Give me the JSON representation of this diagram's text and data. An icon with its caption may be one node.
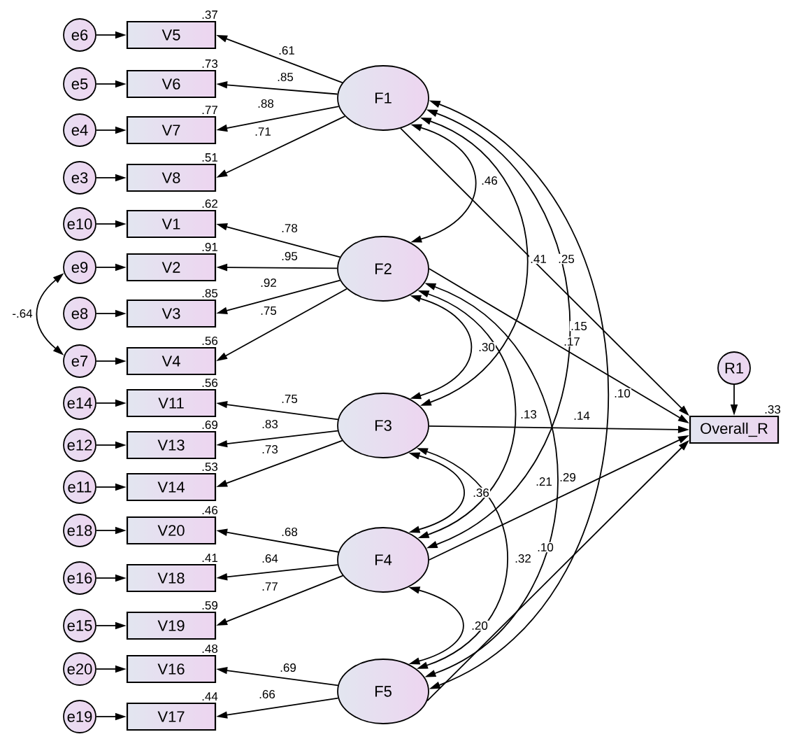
{
  "diagram": {
    "nodes": [
      {
        "text": [
          "e6"
        ]
      },
      {
        "text": [
          "V5"
        ],
        "beside": [
          ".37"
        ]
      },
      {
        "text": [
          "e5"
        ]
      },
      {
        "text": [
          "V6"
        ],
        "beside": [
          ".73"
        ]
      },
      {
        "text": [
          "e4"
        ]
      },
      {
        "text": [
          "V7"
        ],
        "beside": [
          ".77"
        ]
      },
      {
        "text": [
          "e3"
        ]
      },
      {
        "text": [
          "V8"
        ],
        "beside": [
          ".51"
        ]
      },
      {
        "text": [
          "e10"
        ]
      },
      {
        "text": [
          "V1"
        ],
        "beside": [
          ".62"
        ]
      },
      {
        "text": [
          "e9"
        ]
      },
      {
        "text": [
          "V2"
        ],
        "beside": [
          ".91"
        ]
      },
      {
        "text": [
          "e8"
        ]
      },
      {
        "text": [
          "V3"
        ],
        "beside": [
          ".85"
        ]
      },
      {
        "text": [
          "e7"
        ]
      },
      {
        "text": [
          "V4"
        ],
        "beside": [
          ".56"
        ]
      },
      {
        "text": [
          "e14"
        ]
      },
      {
        "text": [
          "V11"
        ],
        "beside": [
          ".56"
        ]
      },
      {
        "text": [
          "e12"
        ]
      },
      {
        "text": [
          "V13"
        ],
        "beside": [
          ".69"
        ]
      },
      {
        "text": [
          "e11"
        ]
      },
      {
        "text": [
          "V14"
        ],
        "beside": [
          ".53"
        ]
      },
      {
        "text": [
          "e18"
        ]
      },
      {
        "text": [
          "V20"
        ],
        "beside": [
          ".46"
        ]
      },
      {
        "text": [
          "e16"
        ]
      },
      {
        "text": [
          "V18"
        ],
        "beside": [
          ".41"
        ]
      },
      {
        "text": [
          "e15"
        ]
      },
      {
        "text": [
          "V19"
        ],
        "beside": [
          ".59"
        ]
      },
      {
        "text": [
          "e20"
        ]
      },
      {
        "text": [
          "V16"
        ],
        "beside": [
          ".48"
        ]
      },
      {
        "text": [
          "e19"
        ]
      },
      {
        "text": [
          "V17"
        ],
        "beside": [
          ".44"
        ]
      },
      {
        "text": [
          "F1"
        ]
      },
      {
        "text": [
          "F2"
        ]
      },
      {
        "text": [
          "F3"
        ]
      },
      {
        "text": [
          "F4"
        ]
      },
      {
        "text": [
          "F5"
        ]
      },
      {
        "text": [
          "R1"
        ]
      },
      {
        "text": [
          "Overall_R"
        ],
        "beside": [
          ".33"
        ]
      }
    ],
    "edges": [
      {
        "from": 0,
        "to": 1,
        "arrow": "to"
      },
      {
        "from": 2,
        "to": 3,
        "arrow": "to"
      },
      {
        "from": 4,
        "to": 5,
        "arrow": "to"
      },
      {
        "from": 6,
        "to": 7,
        "arrow": "to"
      },
      {
        "from": 8,
        "to": 9,
        "arrow": "to"
      },
      {
        "from": 10,
        "to": 11,
        "arrow": "to"
      },
      {
        "from": 12,
        "to": 13,
        "arrow": "to"
      },
      {
        "from": 14,
        "to": 15,
        "arrow": "to"
      },
      {
        "from": 16,
        "to": 17,
        "arrow": "to"
      },
      {
        "from": 18,
        "to": 19,
        "arrow": "to"
      },
      {
        "from": 20,
        "to": 21,
        "arrow": "to"
      },
      {
        "from": 22,
        "to": 23,
        "arrow": "to"
      },
      {
        "from": 24,
        "to": 25,
        "arrow": "to"
      },
      {
        "from": 26,
        "to": 27,
        "arrow": "to"
      },
      {
        "from": 28,
        "to": 29,
        "arrow": "to"
      },
      {
        "from": 30,
        "to": 31,
        "arrow": "to"
      },
      {
        "from": 32,
        "to": 1,
        "arrow": "to",
        "label": ".61"
      },
      {
        "from": 32,
        "to": 3,
        "arrow": "to",
        "label": ".85"
      },
      {
        "from": 32,
        "to": 5,
        "arrow": "to",
        "label": ".88"
      },
      {
        "from": 32,
        "to": 7,
        "arrow": "to",
        "label": ".71"
      },
      {
        "from": 33,
        "to": 9,
        "arrow": "to",
        "label": ".78"
      },
      {
        "from": 33,
        "to": 11,
        "arrow": "to",
        "label": ".95"
      },
      {
        "from": 33,
        "to": 13,
        "arrow": "to",
        "label": ".92"
      },
      {
        "from": 33,
        "to": 15,
        "arrow": "to",
        "label": ".75"
      },
      {
        "from": 34,
        "to": 17,
        "arrow": "to",
        "label": ".75"
      },
      {
        "from": 34,
        "to": 19,
        "arrow": "to",
        "label": ".83"
      },
      {
        "from": 34,
        "to": 21,
        "arrow": "to",
        "label": ".73"
      },
      {
        "from": 35,
        "to": 23,
        "arrow": "to",
        "label": ".68"
      },
      {
        "from": 35,
        "to": 25,
        "arrow": "to",
        "label": ".64"
      },
      {
        "from": 35,
        "to": 27,
        "arrow": "to",
        "label": ".77"
      },
      {
        "from": 36,
        "to": 29,
        "arrow": "to",
        "label": ".69"
      },
      {
        "from": 36,
        "to": 31,
        "arrow": "to",
        "label": ".66"
      },
      {
        "from": 10,
        "to": 14,
        "arrow": "both",
        "label": "-.64"
      },
      {
        "from": 32,
        "to": 33,
        "arrow": "both",
        "label": ".46"
      },
      {
        "from": 32,
        "to": 34,
        "arrow": "both",
        "label": ".41"
      },
      {
        "from": 32,
        "to": 35,
        "arrow": "both",
        "label": ".15"
      },
      {
        "from": 32,
        "to": 36,
        "arrow": "both",
        "label": ".10"
      },
      {
        "from": 33,
        "to": 34,
        "arrow": "both",
        "label": ".30"
      },
      {
        "from": 33,
        "to": 35,
        "arrow": "both",
        "label": ".13"
      },
      {
        "from": 33,
        "to": 36,
        "arrow": "both",
        "label": ".21"
      },
      {
        "from": 34,
        "to": 35,
        "arrow": "both",
        "label": ".36"
      },
      {
        "from": 34,
        "to": 36,
        "arrow": "both",
        "label": ".32"
      },
      {
        "from": 35,
        "to": 36,
        "arrow": "both",
        "label": ".20"
      },
      {
        "from": 32,
        "to": 38,
        "arrow": "to",
        "label": ".25"
      },
      {
        "from": 33,
        "to": 38,
        "arrow": "to",
        "label": ".17"
      },
      {
        "from": 34,
        "to": 38,
        "arrow": "to",
        "label": ".14"
      },
      {
        "from": 35,
        "to": 38,
        "arrow": "to",
        "label": ".29"
      },
      {
        "from": 36,
        "to": 38,
        "arrow": "to",
        "label": ".10"
      },
      {
        "from": 37,
        "to": 38,
        "arrow": "to"
      }
    ]
  }
}
